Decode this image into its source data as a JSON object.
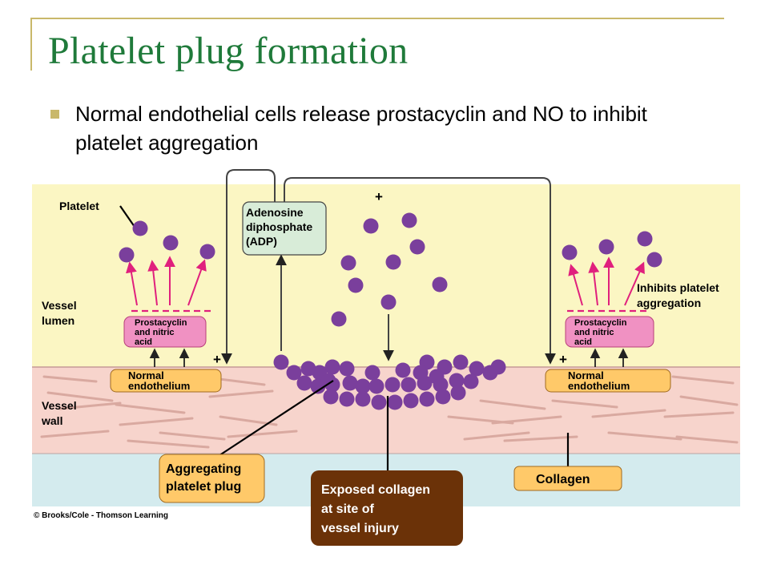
{
  "slide": {
    "title": "Platelet plug formation",
    "bullet": "Normal endothelial cells release prostacyclin and NO to inhibit platelet aggregation"
  },
  "diagram": {
    "labels": {
      "platelet": "Platelet",
      "vessel_lumen": [
        "Vessel",
        "lumen"
      ],
      "vessel_wall": [
        "Vessel",
        "wall"
      ],
      "adp": [
        "Adenosine",
        "diphosphate",
        "(ADP)"
      ],
      "prostacyclin_left": [
        "Prostacyclin",
        "and nitric",
        "acid"
      ],
      "prostacyclin_right": [
        "Prostacyclin",
        "and nitric",
        "acid"
      ],
      "normal_endothelium_left": [
        "Normal",
        "endothelium"
      ],
      "normal_endothelium_right": [
        "Normal",
        "endothelium"
      ],
      "inhibits": [
        "Inhibits platelet",
        "aggregation"
      ],
      "aggregating_plug": [
        "Aggregating",
        "platelet plug"
      ],
      "exposed_collagen": [
        "Exposed collagen",
        "at site of",
        "vessel injury"
      ],
      "collagen": "Collagen",
      "plus_sign": "+",
      "credit": "© Brooks/Cole - Thomson Learning"
    },
    "colors": {
      "lumen": "#fbf6c3",
      "wall": "#f7d4cc",
      "collagen_layer": "#d4ebee",
      "platelet": "#7a3f9c",
      "orange_box": "#ffc969",
      "pink_box": "#f091c2",
      "adp_box": "#d8ecd8",
      "brown_box": "#6b3208",
      "arrow_pink": "#e0207d",
      "title_green": "#1f7a3a",
      "accent_gold": "#c9b86a"
    }
  }
}
